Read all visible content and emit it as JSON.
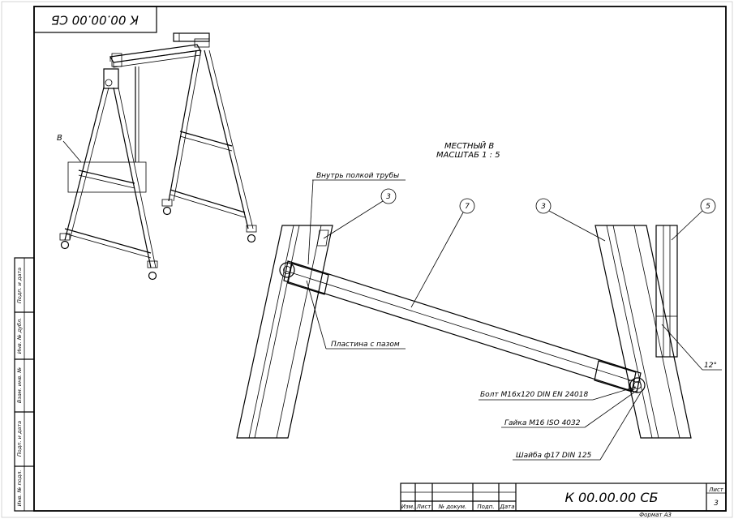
{
  "stamp": {
    "designation_rotated": "К 00.00.00 СБ"
  },
  "overview": {
    "detail_label": "В"
  },
  "detail": {
    "title_line1": "МЕСТНЫЙ В",
    "title_line2": "МАСШТАБ 1 : 5",
    "callout_inside_tube": "Внутрь полкой трубы",
    "callout_plate": "Пластина с пазом",
    "callout_bolt": "Болт M16x120 DIN EN 24018",
    "callout_nut": "Гайка М16 ISO 4032",
    "callout_washer": "Шайба ф17 DIN 125",
    "angle": "12°",
    "balloons": [
      "3",
      "7",
      "3",
      "5"
    ]
  },
  "side_strip": {
    "labels": [
      "Подп. и дата",
      "Инв. № дубл.",
      "Взам. инв. №",
      "Подп. и дата",
      "Инв. № подл."
    ]
  },
  "title_block": {
    "headers": [
      "Изм.",
      "Лист",
      "№ докум.",
      "Подп.",
      "Дата"
    ],
    "designation": "К 00.00.00 СБ",
    "sheet_label": "Лист",
    "sheet_number": "3",
    "format": "Формат А3"
  }
}
